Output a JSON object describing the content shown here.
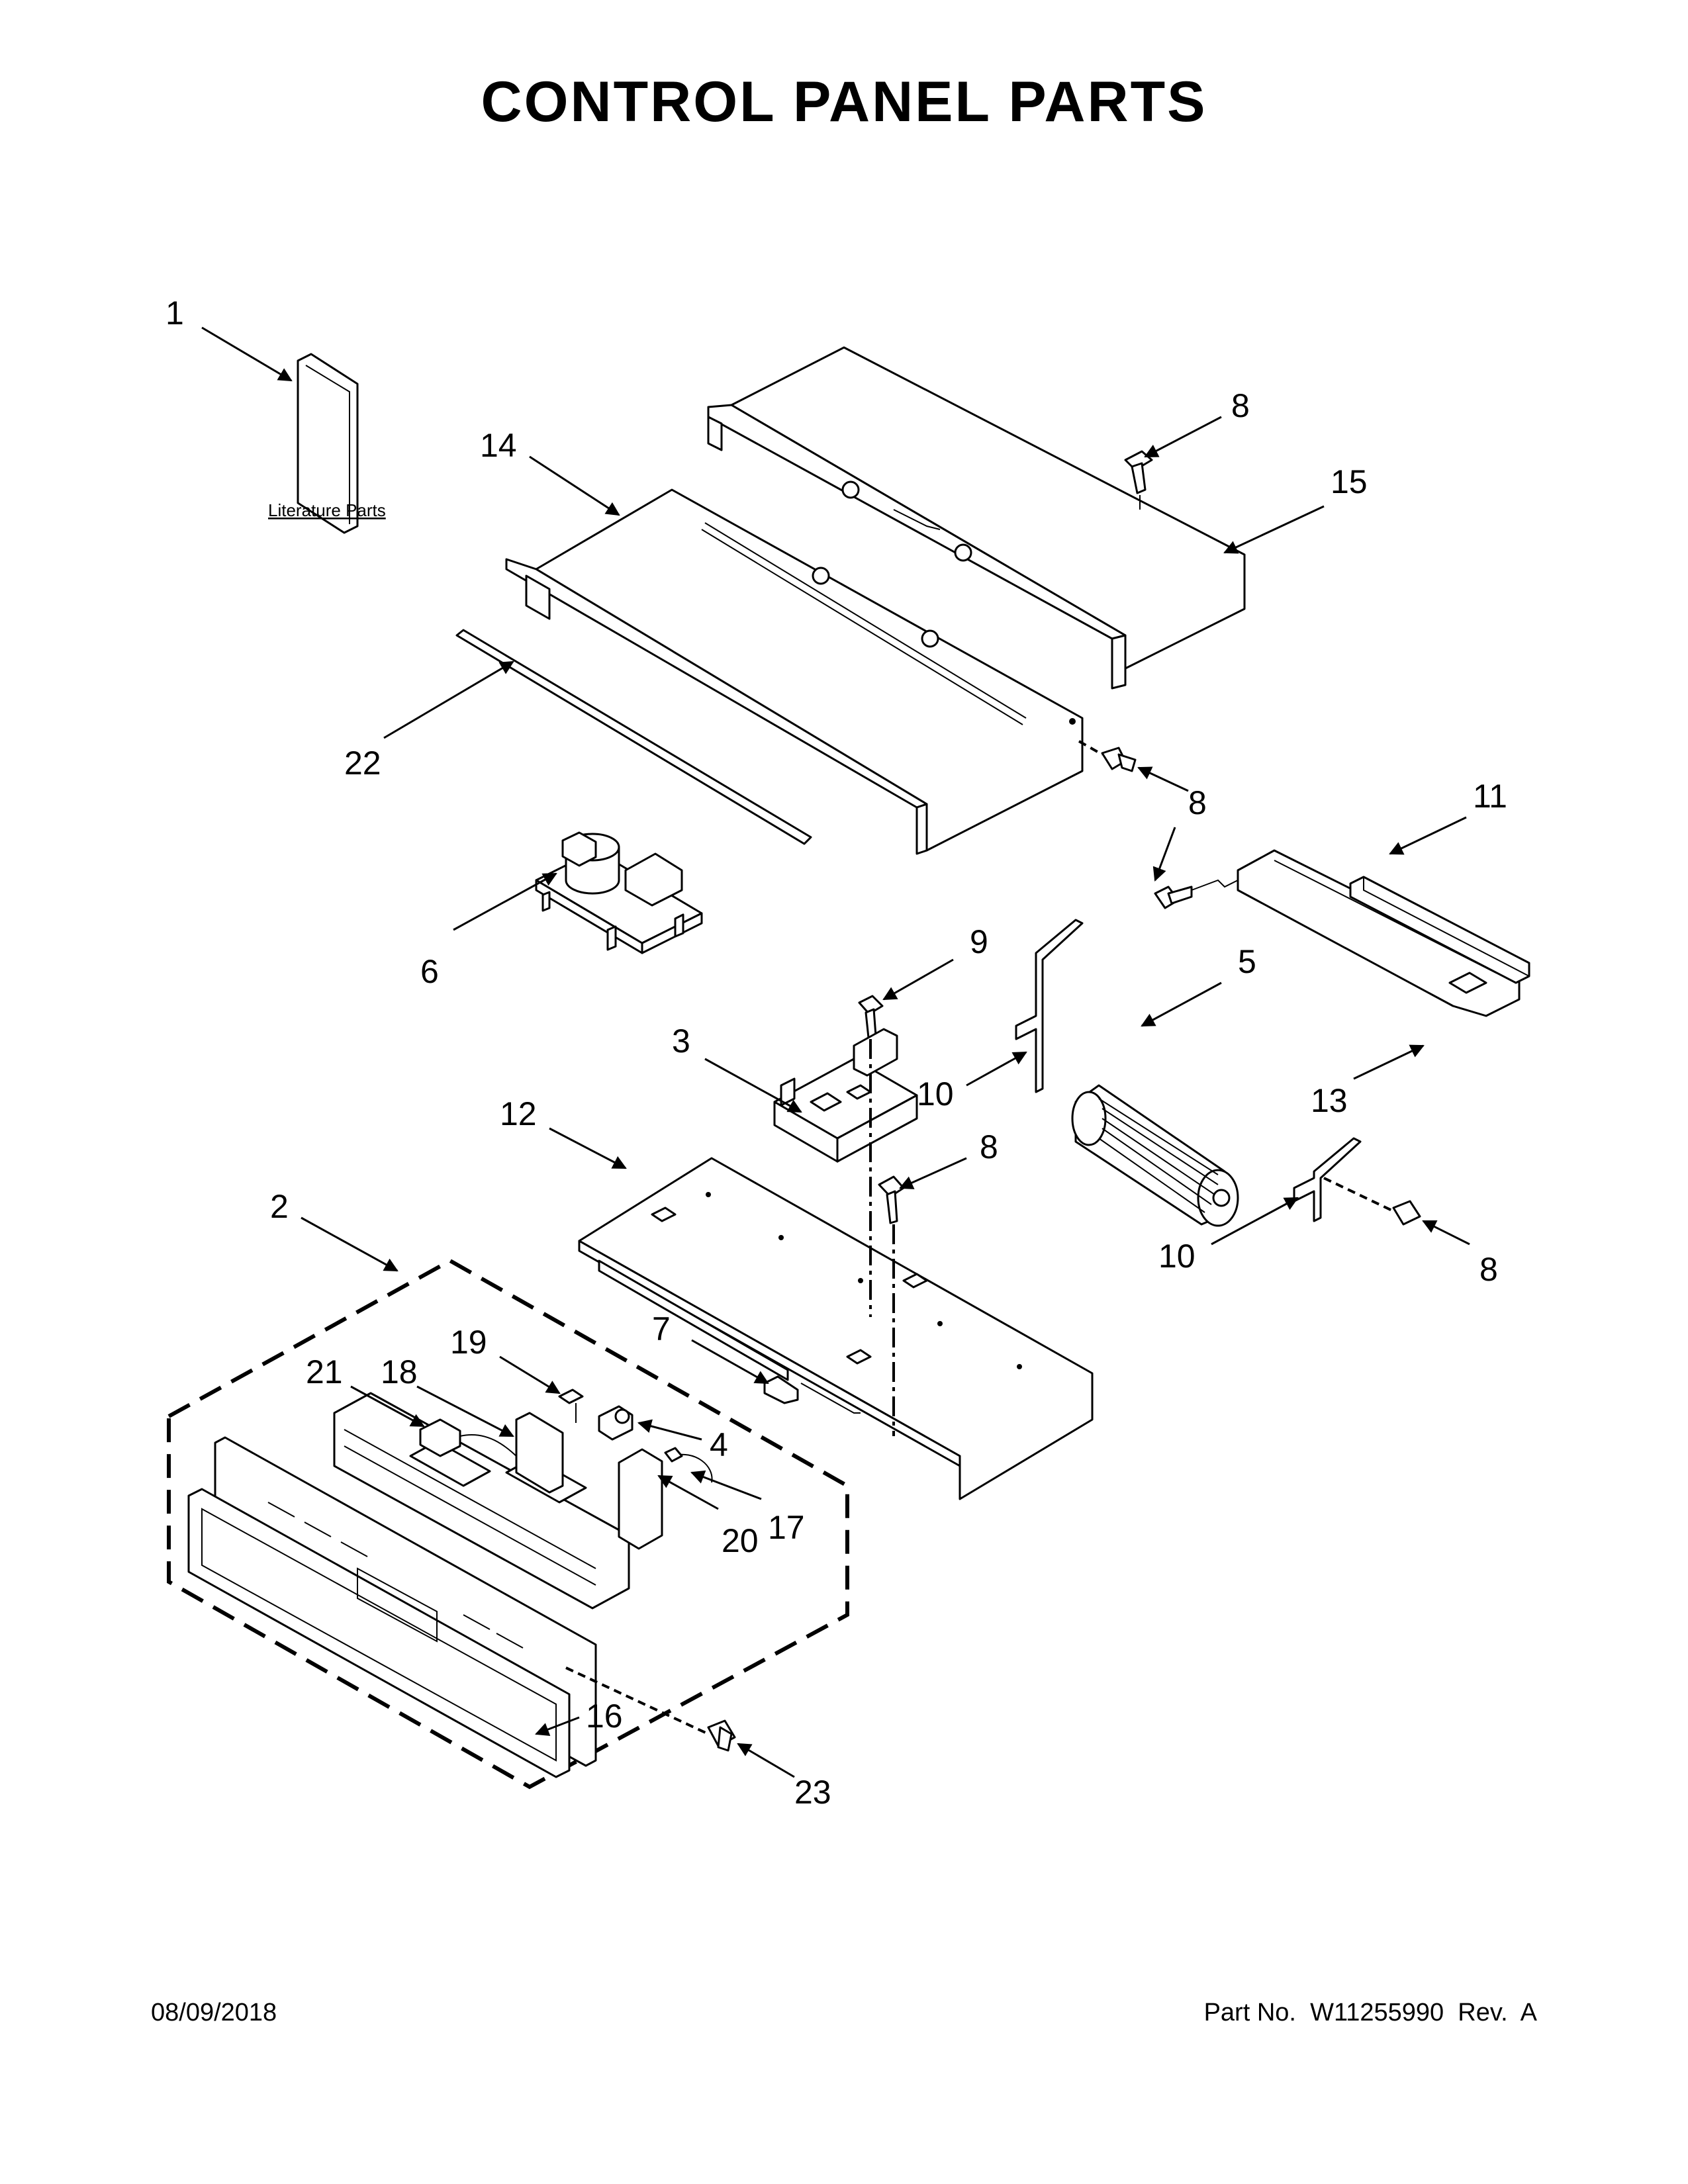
{
  "title": "CONTROL PANEL PARTS",
  "literature_label": "Literature Parts",
  "footer": {
    "date": "08/09/2018",
    "part_no": "Part No.  W11255990  Rev.  A"
  },
  "callouts": [
    "1",
    "14",
    "8",
    "15",
    "22",
    "8",
    "11",
    "6",
    "9",
    "5",
    "3",
    "10",
    "13",
    "12",
    "8",
    "2",
    "10",
    "8",
    "7",
    "19",
    "21",
    "18",
    "4",
    "17",
    "20",
    "16",
    "23"
  ]
}
